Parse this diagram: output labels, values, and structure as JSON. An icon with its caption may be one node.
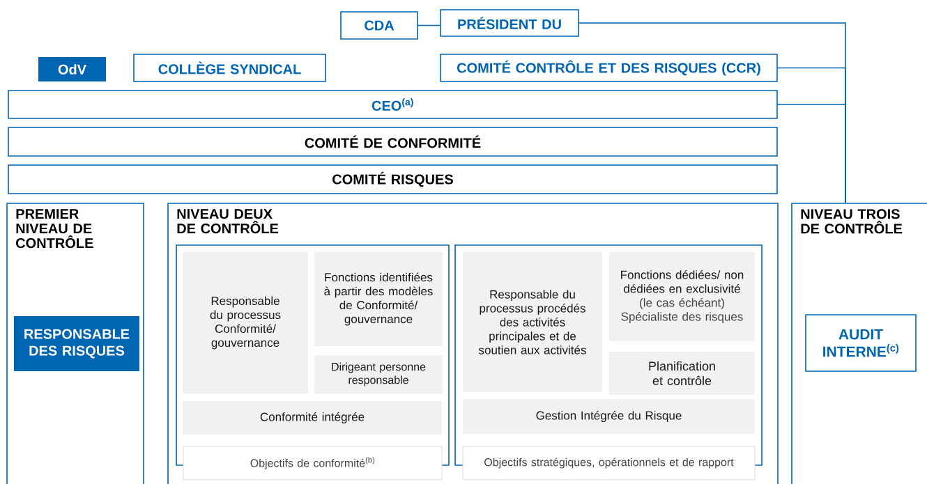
{
  "diagram": {
    "nodes": [
      {
        "text": [
          "CDA"
        ]
      },
      {
        "text": [
          "PRÉSIDENT DU"
        ]
      },
      {
        "text": [
          "OdV"
        ]
      },
      {
        "text": [
          "COLLÈGE SYNDICAL"
        ]
      },
      {
        "text": [
          "COMITÉ CONTRÔLE ET DES RISQUES (CCR)"
        ]
      },
      {
        "text": [
          "CEO$^{(a)}$"
        ]
      },
      {
        "text": [
          "COMITÉ DE CONFORMITÉ"
        ]
      },
      {
        "text": [
          "COMITÉ RISQUES"
        ]
      },
      {
        "text": [
          "PREMIER NIVEAU DE CONTRÔLE"
        ]
      },
      {
        "text": [
          "RESPONSABLE DES RISQUES"
        ],
        "in": 8
      },
      {
        "text": [
          "NIVEAU DEUX DE CONTRÔLE"
        ]
      },
      {
        "text": [],
        "shape": "box",
        "in": 10
      },
      {
        "text": [
          "Responsable du processus Conformité/ gouvernance"
        ],
        "in": 11
      },
      {
        "text": [
          "Fonctions identifiées à partir des modèles de Conformité/ gouvernance"
        ],
        "in": 11
      },
      {
        "text": [
          "Dirigeant personne responsable"
        ],
        "in": 11
      },
      {
        "text": [
          "Conformité intégrée"
        ],
        "in": 11
      },
      {
        "text": [
          "Objectifs de conformité$^{(b)}$"
        ],
        "in": 10
      },
      {
        "text": [],
        "shape": "box",
        "in": 10
      },
      {
        "text": [
          "Responsable du processus procédés des activités principales et de soutien aux activités"
        ],
        "in": 17
      },
      {
        "text": [
          "Fonctions dédiées/ non dédiées en exclusivité",
          "(le cas échéant) Spécialiste des risques"
        ],
        "in": 17
      },
      {
        "text": [
          "Planification et contrôle"
        ],
        "in": 17
      },
      {
        "text": [
          "Gestion Intégrée du Risque"
        ],
        "in": 17
      },
      {
        "text": [
          "Objectifs stratégiques, opérationnels et de rapport"
        ],
        "in": 10
      },
      {
        "text": [
          "NIVEAU TROIS DE CONTRÔLE"
        ]
      },
      {
        "text": [
          "AUDIT INTERNE$^{(c)}$"
        ],
        "in": 23
      }
    ],
    "edges": [
      {
        "from": 0,
        "to": 1,
        "arrow": "none"
      },
      {
        "from": 1,
        "to": 23,
        "arrow": "none"
      },
      {
        "from": 4,
        "to": 23,
        "arrow": "none"
      },
      {
        "from": 5,
        "to": 23,
        "arrow": "none"
      }
    ]
  }
}
